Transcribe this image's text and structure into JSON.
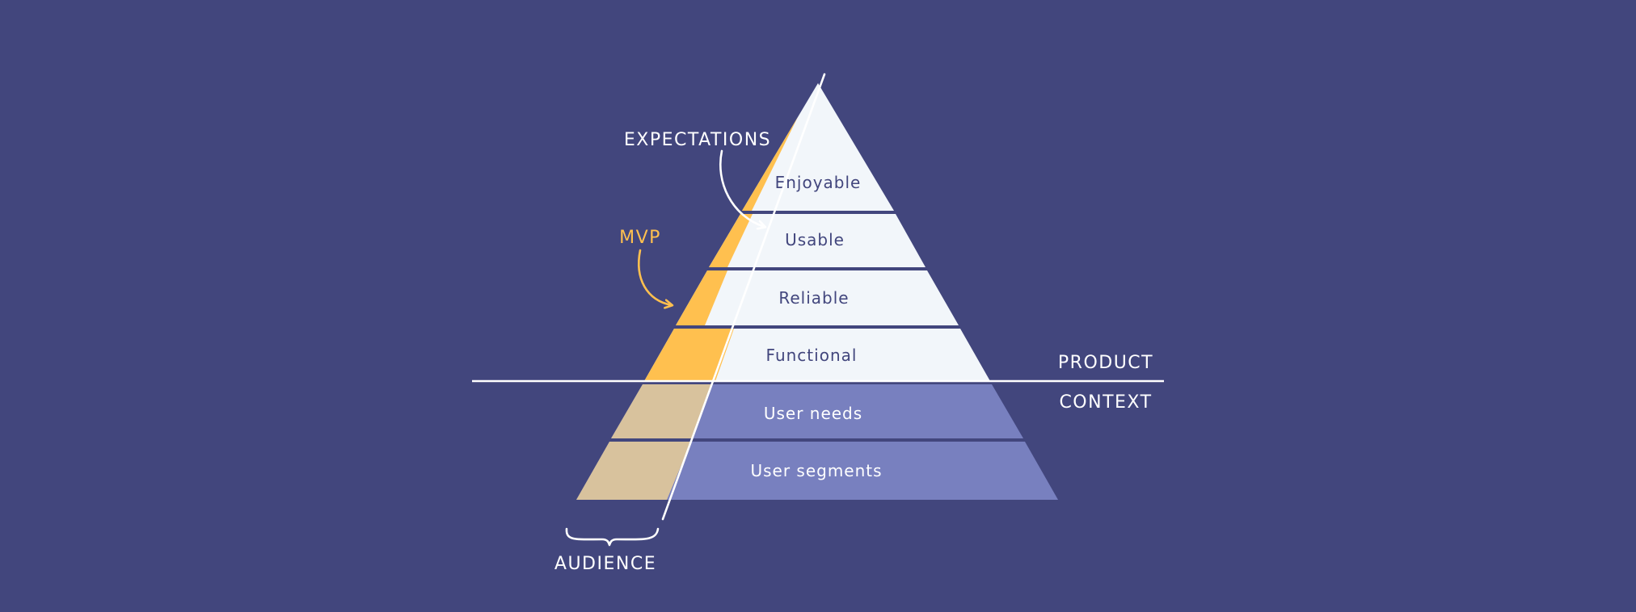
{
  "colors": {
    "background": "#42467d",
    "product_fill": "#f2f6fa",
    "context_fill": "#7880bf",
    "mvp_fill": "#ffc04f",
    "audience_fill": "#d8c29d",
    "line": "#ffffff",
    "product_text": "#42467d",
    "context_text": "#ffffff",
    "mvp_text": "#ffc04f"
  },
  "diagram": {
    "tiers": [
      {
        "label": "Enjoyable"
      },
      {
        "label": "Usable"
      },
      {
        "label": "Reliable"
      },
      {
        "label": "Functional"
      },
      {
        "label": "User needs"
      },
      {
        "label": "User segments"
      }
    ],
    "annotations": {
      "expectations": "EXPECTATIONS",
      "mvp": "MVP",
      "product": "PRODUCT",
      "context": "CONTEXT",
      "audience": "AUDIENCE"
    }
  }
}
